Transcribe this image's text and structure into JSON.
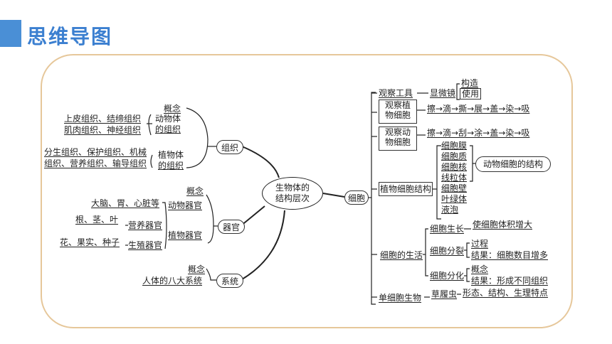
{
  "title": "思维导图",
  "center": {
    "line1": "生物体的",
    "line2": "结构层次"
  },
  "left": {
    "tissue": {
      "label": "组织",
      "concept": "概念",
      "animal_tissue": {
        "line1": "动物体",
        "line2": "的组织"
      },
      "animal_examples": [
        "上皮组织、结缔组织",
        "肌肉组织、神经组织"
      ],
      "plant_tissue": {
        "line1": "植物体",
        "line2": "的组织"
      },
      "plant_examples": [
        "分生组织、保护组织、机械",
        "组织、营养组织、输导组织"
      ]
    },
    "organ": {
      "label": "器官",
      "concept": "概念",
      "animal_organ": "动物器官",
      "animal_examples": "大脑、胃、心脏等",
      "plant_organ": "植物器官",
      "nutrient": "营养器官",
      "nutrient_examples": "根、茎、叶",
      "reproductive": "生殖器官",
      "reproductive_examples": "花、果实、种子"
    },
    "system": {
      "label": "系统",
      "concept": "概念",
      "human": "人体的八大系统"
    }
  },
  "right": {
    "cell": "细胞",
    "tool": {
      "label": "观察工具",
      "microscope": "显微镜",
      "construct": "构造",
      "use": "使用"
    },
    "plant_obs": {
      "line1": "观察植",
      "line2": "物细胞",
      "steps": "擦→滴→撕→展→盖→染→吸"
    },
    "animal_obs": {
      "line1": "观察动",
      "line2": "物细胞",
      "steps": "擦→滴→刮→涂→盖→染→吸"
    },
    "plant_structure": {
      "label": "植物细胞结构",
      "parts": [
        "细胞膜",
        "细胞质",
        "细胞核",
        "线粒体",
        "细胞壁",
        "叶绿体",
        "液泡"
      ],
      "animal_structure": "动物细胞的结构"
    },
    "cell_life": {
      "label": "细胞的生活",
      "growth": "细胞生长",
      "growth_result": "使细胞体积增大",
      "division": "细胞分裂",
      "division_process": "过程",
      "division_result": "结果：细胞数目增多",
      "differentiation": "细胞分化",
      "diff_concept": "概念",
      "diff_result": "结果：形成不同组织"
    },
    "single": {
      "label": "单细胞生物",
      "example": "草履虫",
      "traits": "形态、结构、生理特点"
    }
  }
}
